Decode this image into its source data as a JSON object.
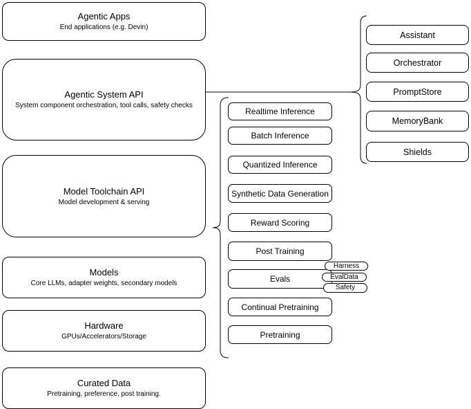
{
  "diagram": {
    "layers": [
      {
        "title": "Agentic Apps",
        "subtitle": "End applications (e.g. Devin)"
      },
      {
        "title": "Agentic System API",
        "subtitle": "System component orchestration, tool calls, safety checks"
      },
      {
        "title": "Model Toolchain API",
        "subtitle": "Model development & serving"
      },
      {
        "title": "Models",
        "subtitle": "Core LLMs, adapter weights, secondary models"
      },
      {
        "title": "Hardware",
        "subtitle": "GPUs/Accelerators/Storage"
      },
      {
        "title": "Curated Data",
        "subtitle": "Pretraining, preference, post training."
      }
    ],
    "toolchain_components": [
      "Realtime Inference",
      "Batch Inference",
      "Quantized Inference",
      "Synthetic Data Generation",
      "Reward Scoring",
      "Post Training",
      "Evals",
      "Continual Pretraining",
      "Pretraining"
    ],
    "evals_sub_components": [
      "Harness",
      "EvalData",
      "Safety"
    ],
    "agentic_components": [
      "Assistant",
      "Orchestrator",
      "PromptStore",
      "MemoryBank",
      "Shields"
    ],
    "colors": {
      "stroke": "#000000",
      "fill": "#ffffff",
      "background": "#ffffff",
      "text": "#000000"
    }
  }
}
